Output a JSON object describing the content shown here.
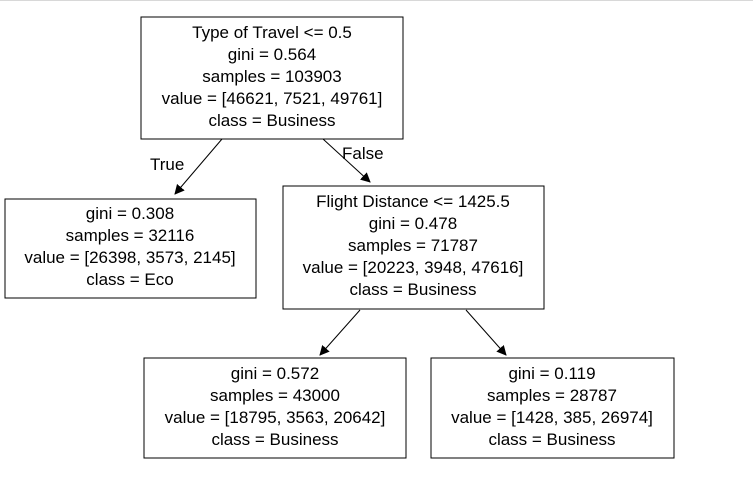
{
  "tree": {
    "nodes": [
      {
        "id": "root",
        "lines": [
          "Type of Travel <= 0.5",
          "gini = 0.564",
          "samples = 103903",
          "value = [46621, 7521, 49761]",
          "class = Business"
        ]
      },
      {
        "id": "left",
        "lines": [
          "gini = 0.308",
          "samples = 32116",
          "value = [26398, 3573, 2145]",
          "class = Eco"
        ]
      },
      {
        "id": "right",
        "lines": [
          "Flight Distance <= 1425.5",
          "gini = 0.478",
          "samples = 71787",
          "value = [20223, 3948, 47616]",
          "class = Business"
        ]
      },
      {
        "id": "right_left",
        "lines": [
          "gini = 0.572",
          "samples = 43000",
          "value = [18795, 3563, 20642]",
          "class = Business"
        ]
      },
      {
        "id": "right_right",
        "lines": [
          "gini = 0.119",
          "samples = 28787",
          "value = [1428, 385, 26974]",
          "class = Business"
        ]
      }
    ],
    "edge_labels": {
      "true_label": "True",
      "false_label": "False"
    }
  }
}
